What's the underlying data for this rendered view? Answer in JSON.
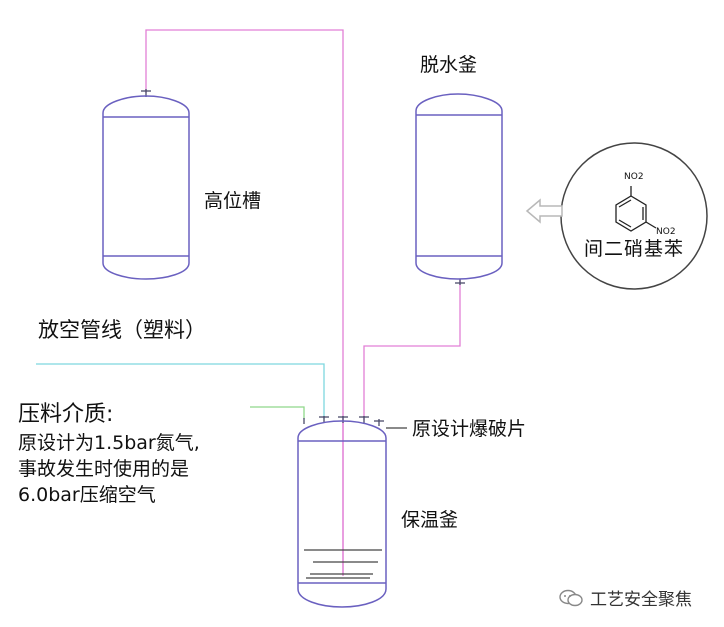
{
  "vessels": {
    "high_tank": "高位槽",
    "dehydration_kettle": "脱水釜",
    "insulation_kettle": "保温釜"
  },
  "vent_line": "放空管线（塑料）",
  "press_medium": {
    "title": "压料介质:",
    "lines": [
      "原设计为1.5bar氮气,",
      "事故发生时使用的是",
      "6.0bar压缩空气"
    ]
  },
  "burst_disc": "原设计爆破片",
  "chemical": {
    "name": "间二硝基苯",
    "group_top": "NO2",
    "group_bottom": "NO2"
  },
  "watermark": {
    "text": "工艺安全聚焦",
    "icon": "wechat-icon"
  },
  "colors": {
    "vessel_outline": "#6a60c0",
    "pink_line": "#e27fd6",
    "cyan_line": "#7ed7df",
    "green_line": "#8fd88a",
    "arrow": "#b8b8b8",
    "circle": "#444444"
  }
}
